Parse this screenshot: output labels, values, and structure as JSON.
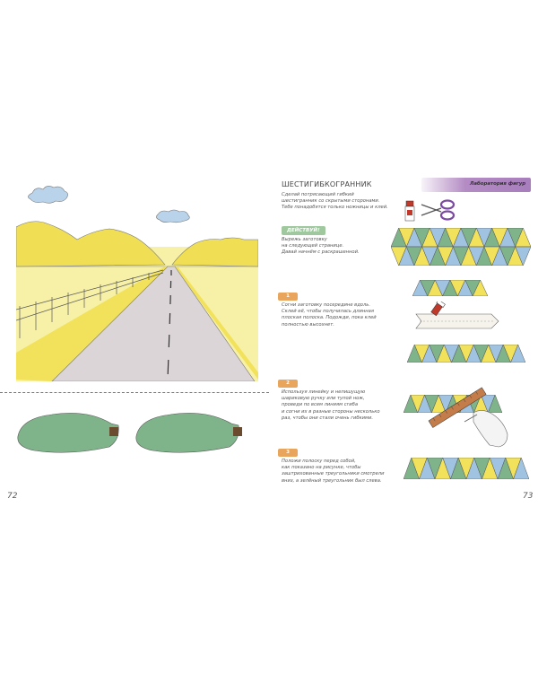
{
  "left_page": {
    "page_number": "72"
  },
  "right_page": {
    "page_number": "73",
    "badge": "Лаборатория фигур",
    "title": "ШЕСТИГИБКОГРАННИК",
    "intro": [
      "Сделай потрясающий гибкий",
      "шестигранник со скрытыми сторонами.",
      "Тебе понадобятся только ножницы и клей."
    ],
    "action_label": "ДЕЙСТВУЙ!",
    "action_text": [
      "Вырежь заготовку",
      "на следующей странице.",
      "Давай начнём с раскрашенной."
    ],
    "steps": [
      {
        "number": "1",
        "lines": [
          "Согни заготовку посередине вдоль.",
          "Склей её, чтобы получилась длинная",
          "плоская полоска. Подожди, пока клей",
          "полностью высохнет."
        ]
      },
      {
        "number": "2",
        "lines": [
          "Используя линейку и непишущую",
          "шариковую ручку или тупой нож,",
          "проведи по всем линиям сгиба",
          "и согни их в разные стороны несколько",
          "раз, чтобы они стали очень гибкими."
        ]
      },
      {
        "number": "3",
        "lines": [
          "Положи полоску перед собой,",
          "как показано на рисунке, чтобы",
          "заштрихованные треугольники смотрели",
          "вниз, а зелёный треугольник был слева."
        ]
      }
    ]
  },
  "colors": {
    "yellow": "#f2e15a",
    "green": "#7fb48a",
    "blue": "#9fc3e0",
    "road": "#d9d3d6",
    "tree": "#7fb48a",
    "step_orange": "#e9a55b",
    "tag_green": "#9fc89e",
    "badge_purple": "#b48cc4"
  }
}
